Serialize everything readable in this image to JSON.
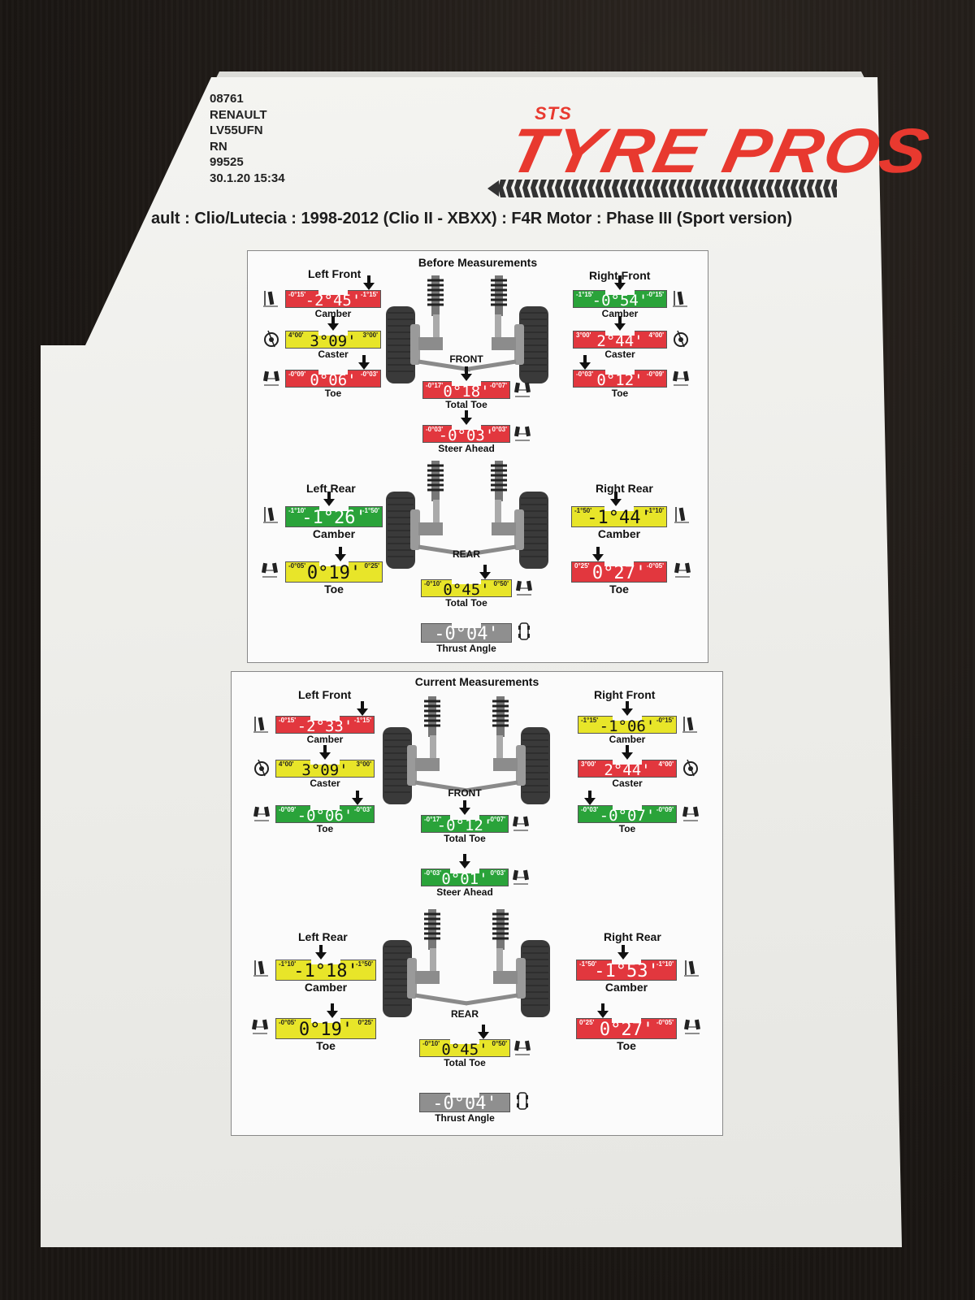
{
  "header": {
    "info_lines": [
      "08761",
      "RENAULT",
      "LV55UFN",
      "RN",
      "99525",
      "30.1.20 15:34"
    ],
    "vehicle": "ault : Clio/Lutecia : 1998-2012 (Clio II - XBXX) : F4R Motor : Phase III (Sport version)"
  },
  "logo": {
    "sts": "STS",
    "main": "TYRE PROS",
    "color": "#e8392f"
  },
  "colors": {
    "red": "#e2373e",
    "green": "#2aa33a",
    "yellow": "#e8e529",
    "grey": "#8f8f8f"
  },
  "before": {
    "title": "Before Measurements",
    "left_front": "Left Front",
    "right_front": "Right Front",
    "left_rear": "Left Rear",
    "right_rear": "Right Rear",
    "front": "FRONT",
    "rear": "REAR",
    "lf_camber": {
      "value": "-2°45'",
      "lo": "-0°15'",
      "hi": "-1°15'",
      "label": "Camber",
      "status": "red"
    },
    "lf_caster": {
      "value": "3°09'",
      "lo": "4°00'",
      "hi": "3°00'",
      "label": "Caster",
      "status": "yellow"
    },
    "lf_toe": {
      "value": "0°06'",
      "lo": "-0°09'",
      "hi": "-0°03'",
      "label": "Toe",
      "status": "red"
    },
    "rf_camber": {
      "value": "-0°54'",
      "lo": "-1°15'",
      "hi": "-0°15'",
      "label": "Camber",
      "status": "green"
    },
    "rf_caster": {
      "value": "2°44'",
      "lo": "3°00'",
      "hi": "4°00'",
      "label": "Caster",
      "status": "red"
    },
    "rf_toe": {
      "value": "0°12'",
      "lo": "-0°03'",
      "hi": "-0°09'",
      "label": "Toe",
      "status": "red"
    },
    "front_total_toe": {
      "value": "0°18'",
      "lo": "-0°17'",
      "hi": "-0°07'",
      "label": "Total Toe",
      "status": "red"
    },
    "steer_ahead": {
      "value": "-0°03'",
      "lo": "-0°03'",
      "hi": "0°03'",
      "label": "Steer Ahead",
      "status": "red"
    },
    "lr_camber": {
      "value": "-1°26'",
      "lo": "-1°10'",
      "hi": "-1°50'",
      "label": "Camber",
      "status": "green"
    },
    "lr_toe": {
      "value": "0°19'",
      "lo": "-0°05'",
      "hi": "0°25'",
      "label": "Toe",
      "status": "yellow"
    },
    "rr_camber": {
      "value": "-1°44'",
      "lo": "-1°50'",
      "hi": "-1°10'",
      "label": "Camber",
      "status": "yellow"
    },
    "rr_toe": {
      "value": "0°27'",
      "lo": "0°25'",
      "hi": "-0°05'",
      "label": "Toe",
      "status": "red"
    },
    "rear_total_toe": {
      "value": "0°45'",
      "lo": "-0°10'",
      "hi": "0°50'",
      "label": "Total Toe",
      "status": "yellow"
    },
    "thrust_angle": {
      "value": "-0°04'",
      "label": "Thrust Angle",
      "status": "grey"
    }
  },
  "current": {
    "title": "Current Measurements",
    "left_front": "Left Front",
    "right_front": "Right Front",
    "left_rear": "Left Rear",
    "right_rear": "Right Rear",
    "front": "FRONT",
    "rear": "REAR",
    "lf_camber": {
      "value": "-2°33'",
      "lo": "-0°15'",
      "hi": "-1°15'",
      "label": "Camber",
      "status": "red"
    },
    "lf_caster": {
      "value": "3°09'",
      "lo": "4°00'",
      "hi": "3°00'",
      "label": "Caster",
      "status": "yellow"
    },
    "lf_toe": {
      "value": "-0°06'",
      "lo": "-0°09'",
      "hi": "-0°03'",
      "label": "Toe",
      "status": "green"
    },
    "rf_camber": {
      "value": "-1°06'",
      "lo": "-1°15'",
      "hi": "-0°15'",
      "label": "Camber",
      "status": "yellow"
    },
    "rf_caster": {
      "value": "2°44'",
      "lo": "3°00'",
      "hi": "4°00'",
      "label": "Caster",
      "status": "red"
    },
    "rf_toe": {
      "value": "-0°07'",
      "lo": "-0°03'",
      "hi": "-0°09'",
      "label": "Toe",
      "status": "green"
    },
    "front_total_toe": {
      "value": "-0°12'",
      "lo": "-0°17'",
      "hi": "-0°07'",
      "label": "Total Toe",
      "status": "green"
    },
    "steer_ahead": {
      "value": "0°01'",
      "lo": "-0°03'",
      "hi": "0°03'",
      "label": "Steer Ahead",
      "status": "green"
    },
    "lr_camber": {
      "value": "-1°18'",
      "lo": "-1°10'",
      "hi": "-1°50'",
      "label": "Camber",
      "status": "yellow"
    },
    "lr_toe": {
      "value": "0°19'",
      "lo": "-0°05'",
      "hi": "0°25'",
      "label": "Toe",
      "status": "yellow"
    },
    "rr_camber": {
      "value": "-1°53'",
      "lo": "-1°50'",
      "hi": "-1°10'",
      "label": "Camber",
      "status": "red"
    },
    "rr_toe": {
      "value": "0°27'",
      "lo": "0°25'",
      "hi": "-0°05'",
      "label": "Toe",
      "status": "red"
    },
    "rear_total_toe": {
      "value": "0°45'",
      "lo": "-0°10'",
      "hi": "0°50'",
      "label": "Total Toe",
      "status": "yellow"
    },
    "thrust_angle": {
      "value": "-0°04'",
      "label": "Thrust Angle",
      "status": "grey"
    }
  }
}
